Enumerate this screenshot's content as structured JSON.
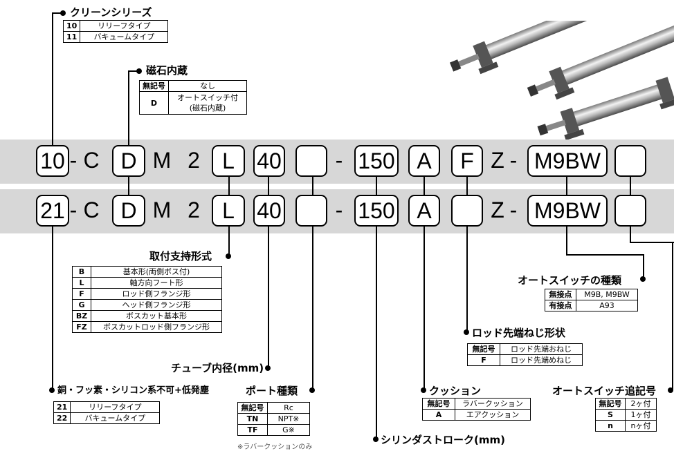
{
  "row1": {
    "code": "10",
    "dash1": "-",
    "c": "C",
    "magnet": "D",
    "m": "M",
    "two": "2",
    "mount": "L",
    "bore": "40",
    "port": "",
    "dash2": "-",
    "stroke": "150",
    "cushion": "A",
    "rod_end": "F",
    "z": "Z",
    "dash3": "-",
    "switch": "M9BW",
    "switch_qty": ""
  },
  "row2": {
    "code": "21",
    "dash1": "-",
    "c": "C",
    "magnet": "D",
    "m": "M",
    "two": "2",
    "mount": "L",
    "bore": "40",
    "port": "",
    "dash2": "-",
    "stroke": "150",
    "cushion": "A",
    "rod_end": "",
    "z": "Z",
    "dash3": "-",
    "switch": "M9BW",
    "switch_qty": ""
  },
  "clean_series": {
    "title": "クリーンシリーズ",
    "rows": [
      {
        "code": "10",
        "desc": "リリーフタイプ"
      },
      {
        "code": "11",
        "desc": "バキュームタイプ"
      }
    ]
  },
  "magnet": {
    "title": "磁石内蔵",
    "rows": [
      {
        "code": "無記号",
        "desc": "なし"
      },
      {
        "code": "D",
        "desc": "オートスイッチ付",
        "desc2": "(磁石内蔵)"
      }
    ]
  },
  "mounting": {
    "title": "取付支持形式",
    "rows": [
      {
        "code": "B",
        "desc": "基本形(両側ボス付)"
      },
      {
        "code": "L",
        "desc": "軸方向フート形"
      },
      {
        "code": "F",
        "desc": "ロッド側フランジ形"
      },
      {
        "code": "G",
        "desc": "ヘッド側フランジ形"
      },
      {
        "code": "BZ",
        "desc": "ボスカット基本形"
      },
      {
        "code": "FZ",
        "desc": "ボスカットロッド側フランジ形"
      }
    ]
  },
  "bore_label": "チューブ内径(mm)",
  "copper_free": {
    "title": "銅・フッ素・シリコン系不可+低発塵",
    "rows": [
      {
        "code": "21",
        "desc": "リリーフタイプ"
      },
      {
        "code": "22",
        "desc": "バキュームタイプ"
      }
    ]
  },
  "port_type": {
    "title": "ポート種類",
    "rows": [
      {
        "code": "無記号",
        "desc": "Rc"
      },
      {
        "code": "TN",
        "desc": "NPT※"
      },
      {
        "code": "TF",
        "desc": "G※"
      }
    ],
    "note": "※ラバークッションのみ"
  },
  "stroke_label": "シリンダストローク(mm)",
  "cushion": {
    "title": "クッション",
    "rows": [
      {
        "code": "無記号",
        "desc": "ラバークッション"
      },
      {
        "code": "A",
        "desc": "エアクッション"
      }
    ]
  },
  "rod_thread": {
    "title": "ロッド先端ねじ形状",
    "rows": [
      {
        "code": "無記号",
        "desc": "ロッド先端おねじ"
      },
      {
        "code": "F",
        "desc": "ロッド先端めねじ"
      }
    ]
  },
  "switch_type": {
    "title": "オートスイッチの種類",
    "rows": [
      {
        "code": "無接点",
        "desc": "M9B, M9BW"
      },
      {
        "code": "有接点",
        "desc": "A93"
      }
    ]
  },
  "switch_count": {
    "title": "オートスイッチ追記号",
    "rows": [
      {
        "code": "無記号",
        "desc": "2ヶ付"
      },
      {
        "code": "S",
        "desc": "1ヶ付"
      },
      {
        "code": "n",
        "desc": "nヶ付"
      }
    ]
  },
  "colors": {
    "band": "#d7d7d7",
    "ink": "#000000"
  }
}
